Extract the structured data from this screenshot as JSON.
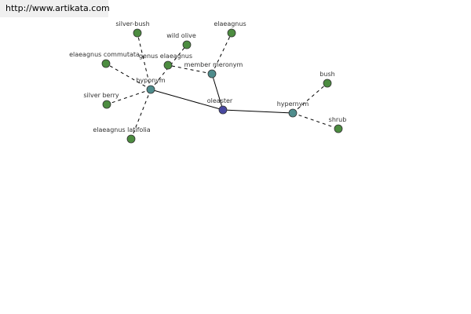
{
  "watermark": "http://www.artikata.com",
  "colors": {
    "center": "#4848a0",
    "relation": "#4e8c8c",
    "leaf": "#4c8c40"
  },
  "nodes": [
    {
      "id": "oleaster",
      "label": "oleaster",
      "kind": "center"
    },
    {
      "id": "hyponym",
      "label": "hyponym",
      "kind": "relation"
    },
    {
      "id": "member-meronym",
      "label": "member meronym",
      "kind": "relation"
    },
    {
      "id": "hypernym",
      "label": "hypernym",
      "kind": "relation"
    },
    {
      "id": "silver-bush",
      "label": "silver-bush",
      "kind": "leaf"
    },
    {
      "id": "wild-olive",
      "label": "wild olive",
      "kind": "leaf"
    },
    {
      "id": "elaeagnus",
      "label": "elaeagnus",
      "kind": "leaf"
    },
    {
      "id": "elaeagnus-commutata",
      "label": "elaeagnus commutata",
      "kind": "leaf"
    },
    {
      "id": "genus-elaeagnus",
      "label": "genus elaeagnus",
      "kind": "leaf"
    },
    {
      "id": "silver-berry",
      "label": "silver berry",
      "kind": "leaf"
    },
    {
      "id": "elaeagnus-latifolia",
      "label": "elaeagnus latifolia",
      "kind": "leaf"
    },
    {
      "id": "bush",
      "label": "bush",
      "kind": "leaf"
    },
    {
      "id": "shrub",
      "label": "shrub",
      "kind": "leaf"
    }
  ],
  "edges": [
    {
      "from": "oleaster",
      "to": "hyponym",
      "style": "solid"
    },
    {
      "from": "oleaster",
      "to": "member-meronym",
      "style": "solid"
    },
    {
      "from": "oleaster",
      "to": "hypernym",
      "style": "solid"
    },
    {
      "from": "hyponym",
      "to": "silver-bush",
      "style": "dashed"
    },
    {
      "from": "hyponym",
      "to": "wild-olive",
      "style": "dashed"
    },
    {
      "from": "hyponym",
      "to": "elaeagnus-commutata",
      "style": "dashed"
    },
    {
      "from": "hyponym",
      "to": "silver-berry",
      "style": "dashed"
    },
    {
      "from": "hyponym",
      "to": "elaeagnus-latifolia",
      "style": "dashed"
    },
    {
      "from": "member-meronym",
      "to": "elaeagnus",
      "style": "dashed"
    },
    {
      "from": "member-meronym",
      "to": "genus-elaeagnus",
      "style": "dashed"
    },
    {
      "from": "hypernym",
      "to": "bush",
      "style": "dashed"
    },
    {
      "from": "hypernym",
      "to": "shrub",
      "style": "dashed"
    }
  ]
}
